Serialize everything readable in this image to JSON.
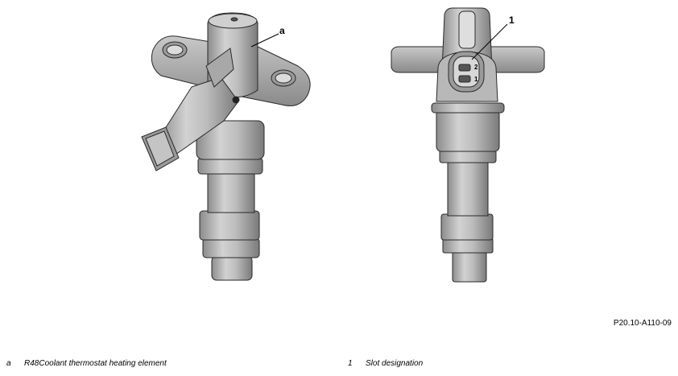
{
  "figure": {
    "code": "P20.10-A110-09",
    "callouts": {
      "left": "a",
      "right": "1",
      "pin_top": "2",
      "pin_bottom": "1"
    }
  },
  "legend": [
    {
      "key": "a",
      "text": "R48Coolant thermostat heating element"
    },
    {
      "key": "1",
      "text": "Slot designation"
    }
  ]
}
